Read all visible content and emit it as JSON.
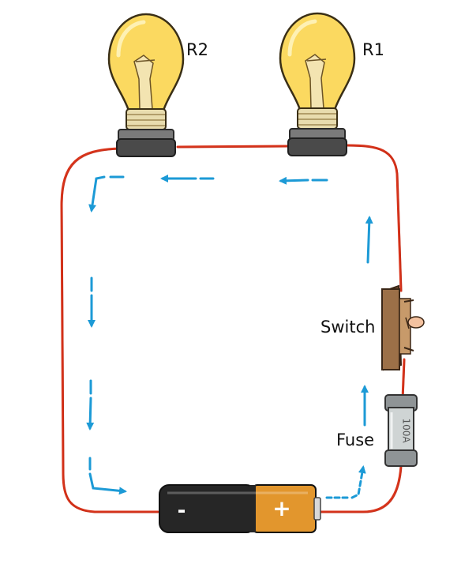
{
  "labels": {
    "bulb_left": "R2",
    "bulb_right": "R1",
    "switch": "Switch",
    "fuse": "Fuse",
    "fuse_rating": "100A",
    "battery_negative": "-",
    "battery_positive": "+"
  },
  "colors": {
    "wire": "#d8341b",
    "arrow": "#1c9ad6",
    "bulb_glass": "#fbd960",
    "bulb_base": "#4a4a4a",
    "battery_negative_body": "#262626",
    "battery_positive_body": "#e2962d",
    "switch_body": "#9c7048",
    "fuse_glass": "#9aa1a3"
  },
  "current_direction": "counterclockwise"
}
